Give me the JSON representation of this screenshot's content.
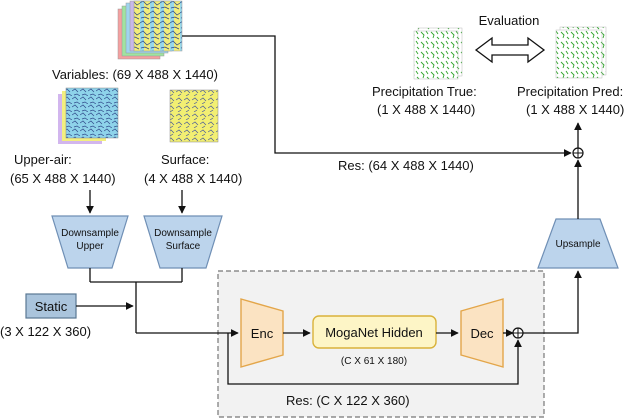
{
  "labels": {
    "variables": "Variables:  (69 X 488 X 1440)",
    "upper_air": "Upper-air:",
    "upper_air_dims": "(65 X 488 X 1440)",
    "surface": "Surface:",
    "surface_dims": "(4 X 488 X 1440)",
    "downsample_upper_1": "Downsample",
    "downsample_upper_2": "Upper",
    "downsample_surface_1": "Downsample",
    "downsample_surface_2": "Surface",
    "static": "Static",
    "static_dims": "(3 X 122 X 360)",
    "enc": "Enc",
    "hidden": "MogaNet Hidden",
    "hidden_dims": "(C X 61 X 180)",
    "dec": "Dec",
    "res_inner": "Res:  (C X 122 X 360)",
    "res_outer": "Res:  (64 X 488 X 1440)",
    "upsample": "Upsample",
    "evaluation": "Evaluation",
    "precip_true": "Precipitation True:",
    "precip_true_dims": "(1 X 488 X 1440)",
    "precip_pred": "Precipitation Pred:",
    "precip_pred_dims": "(1 X 488 X 1440)"
  },
  "colors": {
    "trapezoid_blue": "#bcd4ec",
    "trapezoid_stroke": "#6f8fb5",
    "orange": "#fbe3c2",
    "orange_stroke": "#e3a64a",
    "hidden_fill": "#fdf5c6",
    "hidden_stroke": "#d9b23a",
    "static_fill": "#aac4dc",
    "static_stroke": "#5b7893",
    "panel_fill": "#f2f2f2",
    "panel_stroke": "#777777"
  }
}
